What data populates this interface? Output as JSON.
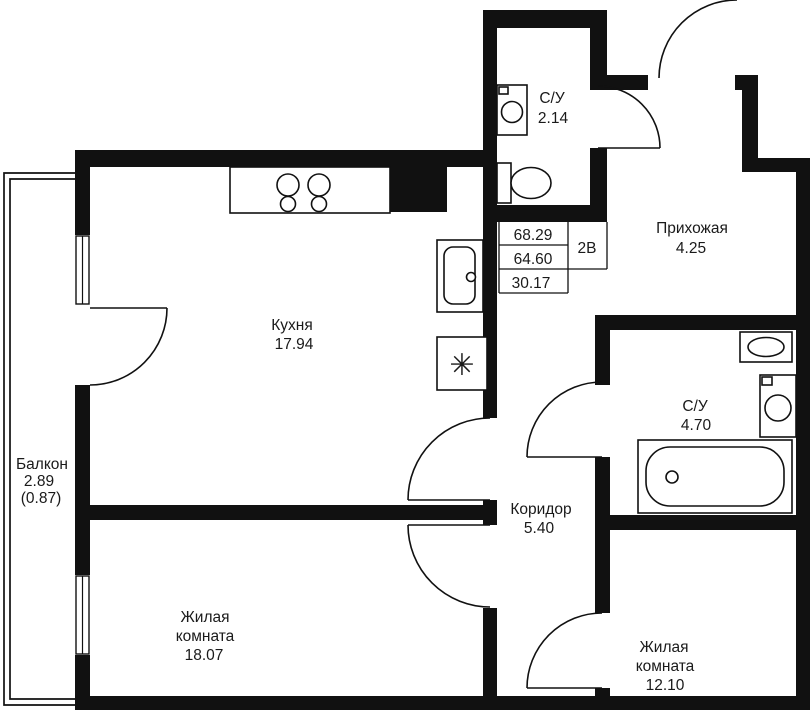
{
  "colors": {
    "wall": "#111111",
    "background": "#ffffff",
    "text": "#1a1a1a"
  },
  "rooms": {
    "wc_top": {
      "name": "С/У",
      "area": "2.14"
    },
    "hallway": {
      "name": "Прихожая",
      "area": "4.25"
    },
    "kitchen": {
      "name": "Кухня",
      "area": "17.94"
    },
    "balcony": {
      "name": "Балкон",
      "area": "2.89",
      "area_secondary": "(0.87)"
    },
    "bathroom": {
      "name": "С/У",
      "area": "4.70"
    },
    "corridor": {
      "name": "Коридор",
      "area": "5.40"
    },
    "living_large": {
      "name_line1": "Жилая",
      "name_line2": "комната",
      "area": "18.07"
    },
    "living_small": {
      "name_line1": "Жилая",
      "name_line2": "комната",
      "area": "12.10"
    }
  },
  "info_table": {
    "row1": "68.29",
    "row2": "64.60",
    "row3": "30.17",
    "unit_type": "2В"
  },
  "fixtures": {
    "stove_symbol": "✳"
  }
}
